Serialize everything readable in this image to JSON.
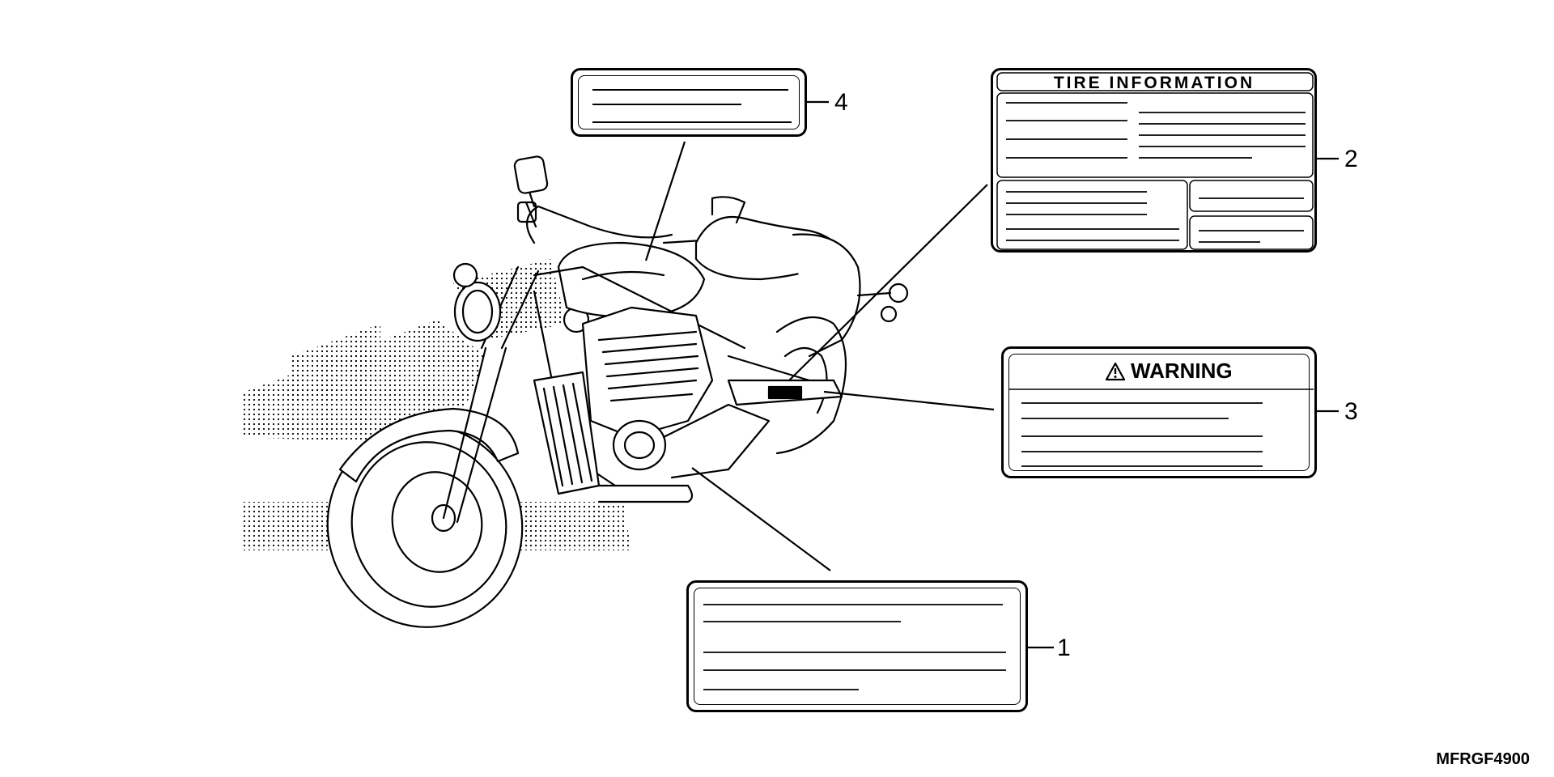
{
  "labels": {
    "label_1": {
      "number": "1"
    },
    "label_2": {
      "number": "2",
      "title": "TIRE INFORMATION"
    },
    "label_3": {
      "number": "3",
      "title": "WARNING"
    },
    "label_4": {
      "number": "4"
    }
  },
  "catalog_code": "MFRGF4900",
  "icons": [
    "warning-triangle-icon"
  ],
  "colors": {
    "ink": "#000000",
    "paper": "#ffffff"
  }
}
